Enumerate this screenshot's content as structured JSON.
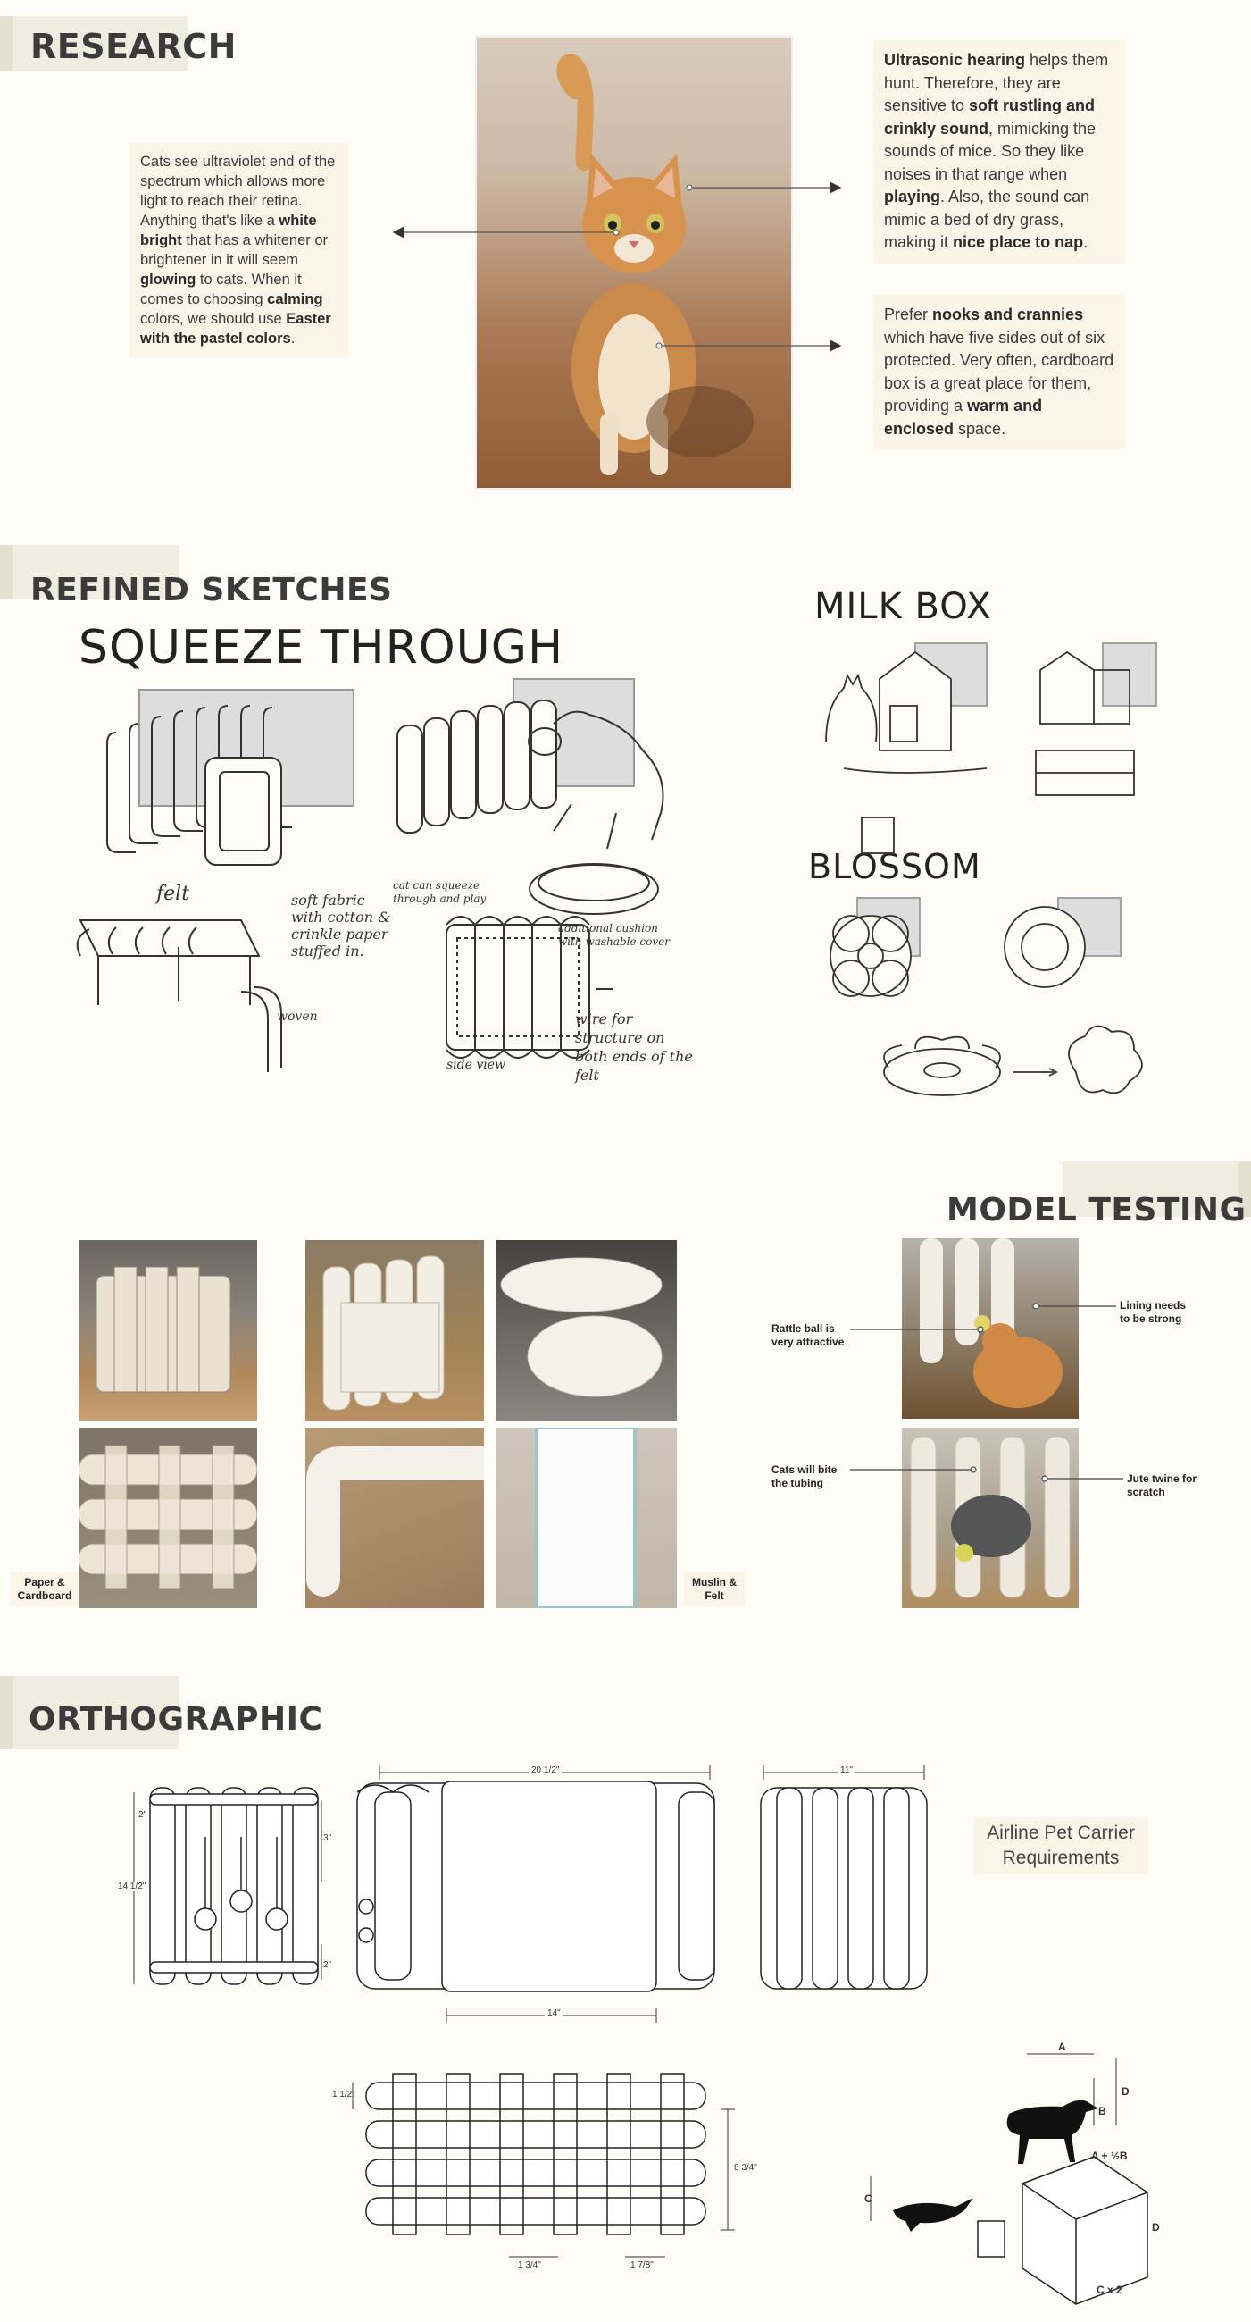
{
  "research": {
    "title": "RESEARCH",
    "left_note": {
      "p1": "Cats see ultraviolet end of the spectrum which allows more light to reach their retina. Anything that's like a ",
      "b1": "white bright",
      "p2": " that has a whitener or brightener in it will seem ",
      "b2": "glowing",
      "p3": " to cats. When it comes to choosing ",
      "b3": "calming",
      "p4": " colors, we should use ",
      "b4": "Easter with the pastel colors",
      "p5": "."
    },
    "right_note_1": {
      "b1": "Ultrasonic hearing",
      "p1": " helps them hunt. Therefore, they are sensitive to ",
      "b2": "soft rustling and crinkly sound",
      "p2": ", mimicking the sounds of mice. So they like noises in that range when ",
      "b3": "playing",
      "p3": ". Also, the sound can mimic a bed of dry grass, making it ",
      "b4": "nice place to nap",
      "p4": "."
    },
    "right_note_2": {
      "p1": "Prefer ",
      "b1": "nooks and crannies",
      "p2": " which have five sides out of six protected. Very often, cardboard box is a great place for them, providing a ",
      "b2": "warm and enclosed",
      "p3": " space."
    }
  },
  "sketches": {
    "title": "REFINED SKETCHES",
    "squeeze_title": "SQUEEZE THROUGH",
    "milk_title": "MILK BOX",
    "blossom_title": "BLOSSOM",
    "notes": {
      "felt": "felt",
      "soft_fabric": "soft fabric with cotton & crinkle paper stuffed in.",
      "squeeze": "cat can squeeze through and play",
      "cushion": "additional cushion with washable cover",
      "side_view": "side view",
      "woven": "woven",
      "structure": "wire for structure on both ends of the felt"
    }
  },
  "model": {
    "title": "MODEL TESTING",
    "tag_left": "Paper & Cardboard",
    "tag_right": "Muslin & Felt",
    "notes": {
      "rattle": "Rattle ball is very attractive",
      "lining": "Lining needs to be strong",
      "bite": "Cats will bite the tubing",
      "jute": "Jute twine for scratch"
    }
  },
  "ortho": {
    "title": "ORTHOGRAPHIC",
    "dims": {
      "w_front": "20 1/2\"",
      "w_side": "11\"",
      "h_total": "14 1/2\"",
      "d_2a": "2\"",
      "d_3": "3\"",
      "d_2b": "2\"",
      "d_14": "14\"",
      "d_112": "1 1/2\"",
      "d_834": "8 3/4\"",
      "d_134": "1 3/4\"",
      "d_178": "1 7/8\""
    },
    "airline_title": "Airline Pet Carrier Requirements",
    "letters": {
      "a": "A",
      "b": "B",
      "c": "C",
      "d": "D",
      "a_half_b": "A + ½B",
      "c_x2": "C x 2"
    }
  },
  "colors": {
    "background": "#fdfcf6",
    "note_bg": "#faf5e6",
    "tab": "#efece0",
    "title": "#3b3b3b"
  }
}
